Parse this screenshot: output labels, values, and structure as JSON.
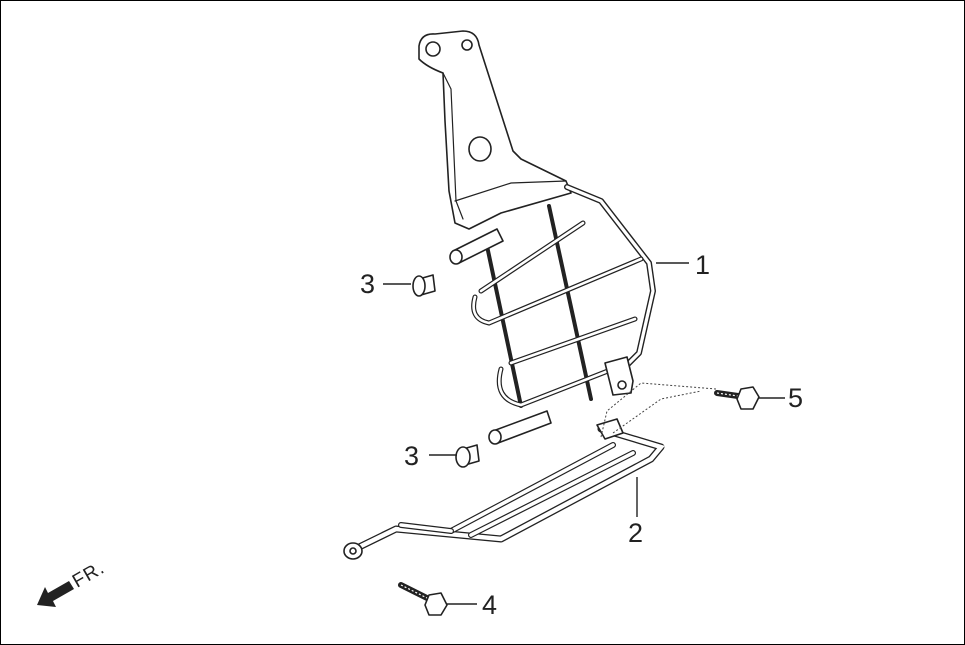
{
  "callouts": {
    "c1": "1",
    "c2": "2",
    "c3a": "3",
    "c3b": "3",
    "c4": "4",
    "c5": "5"
  },
  "direction": {
    "label": "FR."
  },
  "colors": {
    "line": "#222222",
    "background": "#ffffff"
  }
}
